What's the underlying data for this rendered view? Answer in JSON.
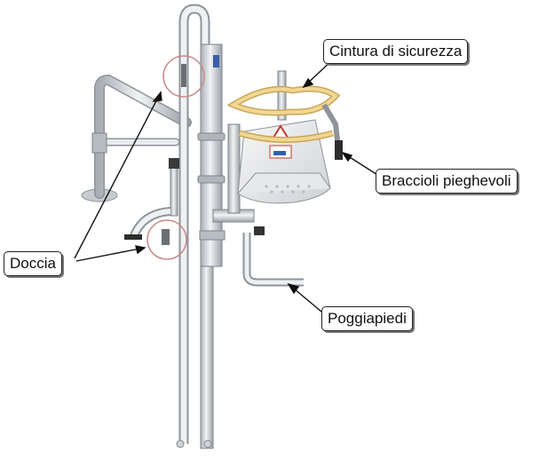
{
  "callouts": {
    "cintura": "Cintura di sicurezza",
    "braccioli": "Braccioli pieghevoli",
    "doccia": "Doccia",
    "poggiapiedi": "Poggiapiedi"
  },
  "colors": {
    "metal": "#d9dcdf",
    "metal_dark": "#9aa0a6",
    "belt": "#e2c27a",
    "highlight_circle": "#c98b8b"
  },
  "icons": [
    "pool-lift-illustration",
    "shower-handle-icon",
    "warning-sign-icon"
  ]
}
